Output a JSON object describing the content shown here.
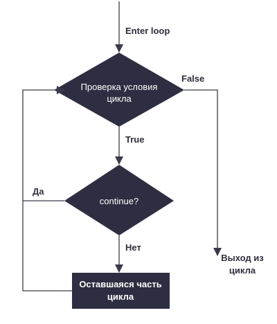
{
  "flowchart": {
    "colors": {
      "node_fill": "#2e2e42",
      "line": "#3a3a4a",
      "node_text": "#ffffff",
      "label_text": "#2e2e3d",
      "background": "#ffffff"
    },
    "entry_label": "Enter loop",
    "condition": {
      "line1": "Проверка условия",
      "line2": "цикла"
    },
    "false_label": "False",
    "true_label": "True",
    "continue_node": "continue?",
    "yes_label": "Да",
    "no_label": "Нет",
    "exit": {
      "line1": "Выход из",
      "line2": "цикла"
    },
    "remainder": {
      "line1": "Оставшаяся часть",
      "line2": "цикла"
    }
  }
}
